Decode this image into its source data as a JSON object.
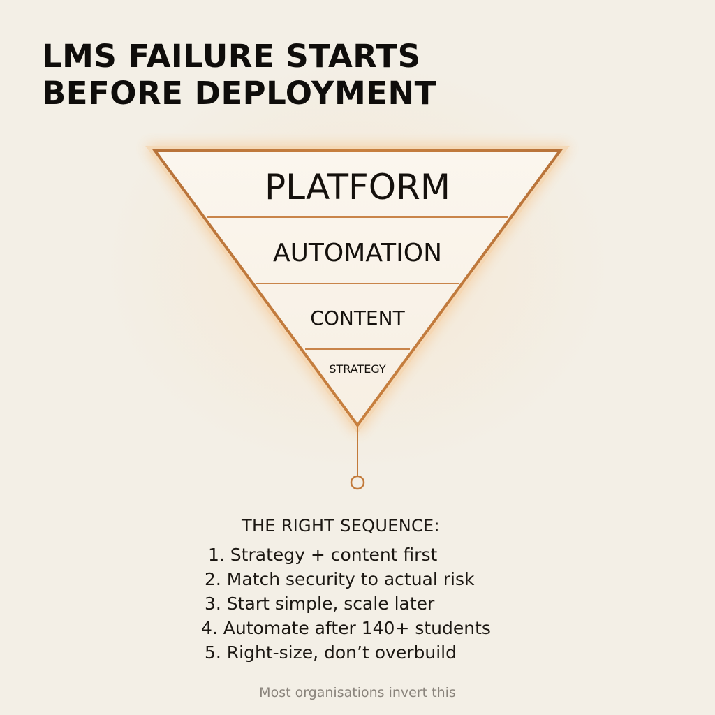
{
  "title": {
    "line1": "LMS FAILURE STARTS",
    "line2": "BEFORE DEPLOYMENT"
  },
  "funnel": {
    "layers": [
      {
        "label": "PLATFORM"
      },
      {
        "label": "AUTOMATION"
      },
      {
        "label": "CONTENT"
      },
      {
        "label": "STRATEGY"
      }
    ],
    "accent_color": "#c27a3a",
    "glow_color": "#f6c894"
  },
  "sequence": {
    "heading": "THE RIGHT SEQUENCE:",
    "steps": [
      "1. Strategy + content first",
      "2. Match security to actual risk",
      "3. Start simple, scale later",
      "4. Automate after 140+ students",
      "5. Right-size, don’t overbuild"
    ]
  },
  "footnote": "Most organisations invert this"
}
